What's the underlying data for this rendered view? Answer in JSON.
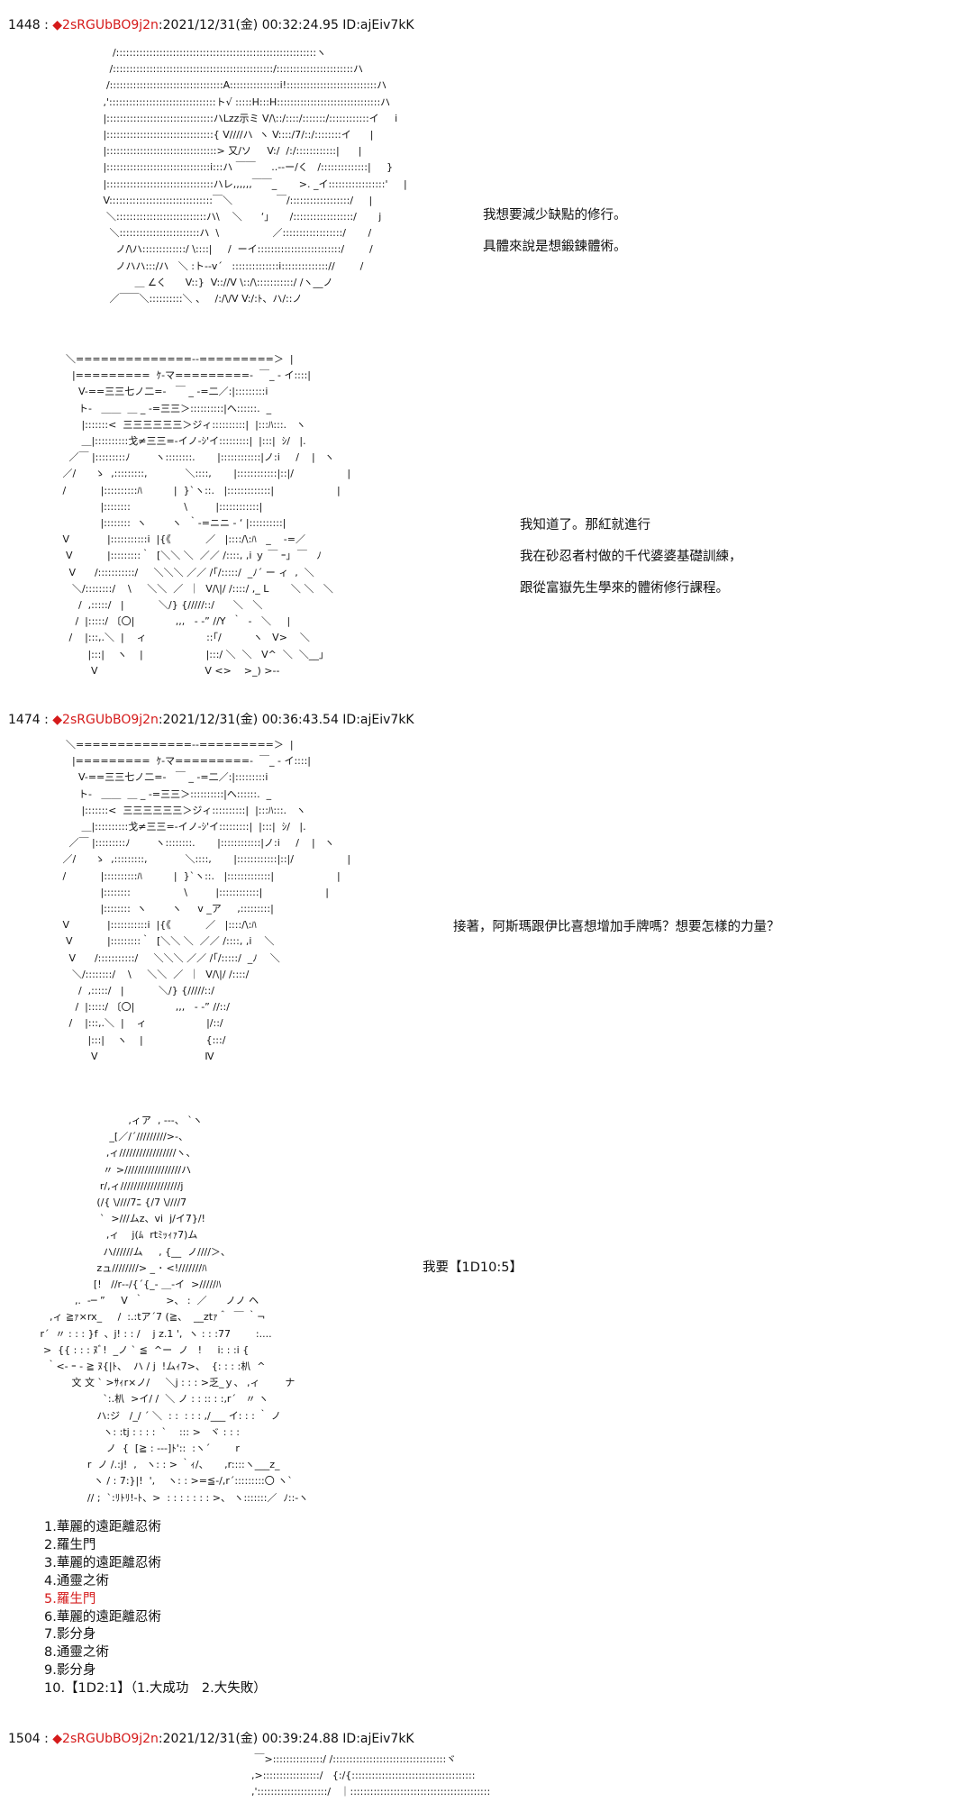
{
  "posts": [
    {
      "num": "1448",
      "trip": "2sRGUbBO9j2n",
      "datetime": ":2021/12/31(金) 00:32:24.95 ID:ajEiv7kK"
    },
    {
      "num": "1474",
      "trip": "2sRGUbBO9j2n",
      "datetime": ":2021/12/31(金) 00:36:43.54 ID:ajEiv7kK"
    },
    {
      "num": "1504",
      "trip": "2sRGUbBO9j2n",
      "datetime": ":2021/12/31(金) 00:39:24.88 ID:ajEiv7kK"
    }
  ],
  "header_sep": " : ",
  "dialogue": {
    "d1": [
      "我想要減少缺點的修行。",
      "具體來說是想鍛鍊體術。"
    ],
    "d2": [
      "我知道了。那紅就進行",
      "我在砂忍者村做的千代婆婆基礎訓練，",
      "跟從富嶽先生學來的體術修行課程。"
    ],
    "d3": [
      "接著，阿斯瑪跟伊比喜想增加手牌嗎？想要怎樣的力量？"
    ],
    "d4": [
      "我要【1D10:5】"
    ]
  },
  "choices": [
    "1.華麗的遠距離忍術",
    "2.羅生門",
    "3.華麗的遠距離忍術",
    "4.通靈之術",
    "5.羅生門",
    "6.華麗的遠距離忍術",
    "7.影分身",
    "8.通靈之術",
    "9.影分身",
    "10.【1D2:1】（1.大成功　2.大失敗）"
  ],
  "highlight_index": 4,
  "ascii_art": {
    "a1": "          /::::::::::::::::::::::::::::::::::::::::::::::::::::::::::::ヽ\n         /::::::::::::::::::::::::::::::::::::::::::::::::/:::::::::::::::::::::::ハ\n        /::::::::::::::::::::::::::::::::::A:::::::::::::::i!:::::::::::::::::::::::::::ハ\n       ,'::::::::::::::::::::::::::::::::ト√ :::::H:::H:::::::::::::::::::::::::::::::ハ\n       |::::::::::::::::::::::::::::::::ハLzz示ミ V/\\::/::::/:::::::/::::::::::::イ     i\n       |::::::::::::::::::::::::::::::::{ V////ハ  ヽ V::::/7/::/::::::::イ      |\n       |:::::::::::::::::::::::::::::::::> 又/ソ     V:/  /:/::::::::::::|      |\n       |:::::::::::::::::::::::::::::::i:::ハ ￣￣     ..--ー/く   /::::::::::::::|     }\n       |::::::::::::::::::::::::::::::::ハレ,,,,,,￣￣_       >. _イ:::::::::::::::::'     |\n       V:::::::::::::::::::::::::::::::￣＼              ￣/::::::::::::::::::/     |\n        ＼:::::::::::::::::::::::::::ハ\\    ＼      ‘」     /::::::::::::::::::/       j\n         ＼::::::::::::::::::::::::ハ  \\                 ／::::::::::::::::::/       /\n           ノ/\\ハ:::::::::::::/ \\::::|     /  ーイ:::::::::::::::::::::::::/        /\n           ノハハ:::/ハ   ＼ :ト--v´   ::::::::::::::i:::::::::::::://        /\n                 ＿ ∠く      V::}  V:://V \\::/\\:::::::::::/ /ヽ__ノ\n         ／￣￣＼::::::::::＼ 、   /:/\\/V V:/:ﾄ、ハ/::ノ",
    "a2": "      ＼==============--=========＞  |\n        |=========  ｹ-マ=========-  ￣_ - イ::::|\n          V-==三三七ノ二=-   ￣ _ -=二／:|:::::::::i\n          ト-   ＿＿  ＿ _ -=三三＞::::::::::|ヘ::::::.  _\n           |:::::::<  三三三三三三＞ジィ::::::::::|  |:::ﾊ:::.   ヽ\n           ＿|::::::::::戈≠三三=-イノ-ｼ'イ:::::::::|  |:::|  ｼ/   |.\n       ／￣ |:::::::::ﾉ        ヽ::::::::.       |::::::::::::|ノ:i     /    |   ヽ\n     ／/      ゝ  ,:::::::::,            ＼::::,       |::::::::::::|::|/                 |\n     /           |::::::::::ﾊ          |  }`ヽ::.   |:::::::::::::|                    |\n                 |::::::::                 \\         |::::::::::::|\n                 |::::::::  ヽ        ヽ  ｀-=ニニ - ‘ |::::::::::|\n     V            |:::::::::::i  |{《           ／   |::::/\\:ﾊ   _    -=／\n      V           |:::::::::｀  [＼＼ ＼  ／／ /::::, ,i ｙ ￣ ｰ｣  ￣   ﾉ\n       V      /:::::::::::/     ＼＼＼ ／／ /｢/:::::/  _ﾉ´ ー ィ  ,  ＼\n        ＼/::::::::/    \\     ＼＼  ／  ｜  V/\\|/ /::::/ ,_ L       ＼ ＼   ＼\n          /  ,:::::/   |           ＼/} {/////::/      ＼   ＼\n         /  |:::::/ 〔〇|             ,,,   - ‐” //Y  ｀  -   ＼     |\n       /    |:::,.＼  |    ィ                   ::｢/          ヽ   V>    ＼\n             |:::|    ヽ    |                    |:::/ ＼  ＼   V^  ＼  ＼__｣\n              V                                  V <>    >_) >-‐",
    "a3": "      ＼==============--=========＞  |\n        |=========  ｹ-マ=========-  ￣_ - イ::::|\n          V-==三三七ノ二=-   ￣ _ -=二／:|:::::::::i\n          ト-   ＿＿  ＿ _ -=三三＞::::::::::|ヘ::::::.  _\n           |:::::::<  三三三三三三＞ジィ::::::::::|  |:::ﾊ:::.   ヽ\n           ＿|::::::::::戈≠三三=-イノ-ｼ'イ:::::::::|  |:::|  ｼ/   |.\n       ／￣ |:::::::::ﾉ        ヽ::::::::.       |::::::::::::|ノ:i     /    |   ヽ\n     ／/      ゝ  ,:::::::::,            ＼::::,       |::::::::::::|::|/                 |\n     /           |::::::::::ﾊ          |  }`ヽ::.   |:::::::::::::|                    |\n                 |::::::::                 \\         |::::::::::::|                    |\n                 |::::::::  ヽ        ヽ     v _ア     ,:::::::::|\n     V            |:::::::::::i  |{《           ／   |::::/\\:ﾊ\n      V           |:::::::::｀  [＼＼ ＼  ／／ /::::, ,i    ＼\n       V      /:::::::::::/     ＼＼＼ ／／ /｢/:::::/  _ﾉ    ＼\n        ＼/::::::::/    \\     ＼＼  ／  ｜  V/\\|/ /::::/\n          /  ,:::::/   |           ＼/} {/////::/\n         /  |:::::/ 〔〇|             ,,,   - ‐” //::/\n       /    |:::,.＼  |    ィ                   |/::/\n             |:::|    ヽ    |                    {:::/\n              V                                  Ⅳ",
    "a4": "                                   ,ィア  , ‐--、 `ヽ\n                             _[／/´/////////>-、\n                            ,ィ/////////////////ヽ、\n                           〃 >/////////////////ハ\n                          r/,ィ//////////////////j\n                         (/{ \\////7ﾆ {/7 \\////7\n                          `  >///ムz、vi  j/イ7}/!\n                            ,ィ    j(ﾑ  rtﾐｯｨｧ7)ム\n                           ハ//////ム     , {__  ノ////＞、\n                         zュ////////> _ ･ <!///////ﾊ\n                        [!   //r‐‐/{´{_‐ ＿-イ  >/////ﾊ\n                  ,.  ‐─ ”     V  ｀       >、 :  ／      ノノ ヘ\n          ,ィ ≧ｧ×rx_     /  :.:tア´7 (≧、  __ztｧ＾  ￣ ｀¬\n       r´  〃 : : : }f  、j! : : /    j z.1 ',  ヽ : : :77        :....\n        >  {{ : : : ﾇﾞ!  _ノ ` ≦  ^ー  ノ   !     i: : :i {\n         ｀<‐ ｰ ‐ ≧ ﾇ{|ﾄ、  ハ / j  !ムｨ7>、  {: : : :朳  ^\n                 文 文 ` >ｻｨr×ノ/     ＼j : : : >乏_ｙ、 ,ィ        ナ\n                           `:.朳  >イ/ /  ＼ ノ : : :: : :,r´   〃 ヽ\n                         ハ:ジ   /_/ ´ ＼  : :  : : : ,/___ イ: : : ｀ ノ\n                           ヽ: :tj : : : :  `    ::: >   ヾ : : :\n                            ノ  {  [≧ : ---]ﾄ'::  :ヽ´        r\n                      r  ノ /.:j!  ,   ヽ: : > ｀ｨ/、     ,r::::ヽ___z_\n                        ヽ / : 7:}|!  ',    ヽ: : >=≦-/,r´:::::::::〇 ヽ`\n                      // ;  `:ﾘﾄﾘ!-ﾄ、>  : : : : : : : >、 ヽ:::::::／  ﾉ::-ヽ",
    "a5": "       ￣>:::::::::::::::/ /::::::::::::::::::::::::::::::::::ヾ\n      ,>:::::::::::::::::/   {:/{:::::::::::::::::::::::::::::::::::::\n      ,':::::::::::::::::::::/   ｜::::::::::::::::::::::::::::::::::::::::::"
  }
}
